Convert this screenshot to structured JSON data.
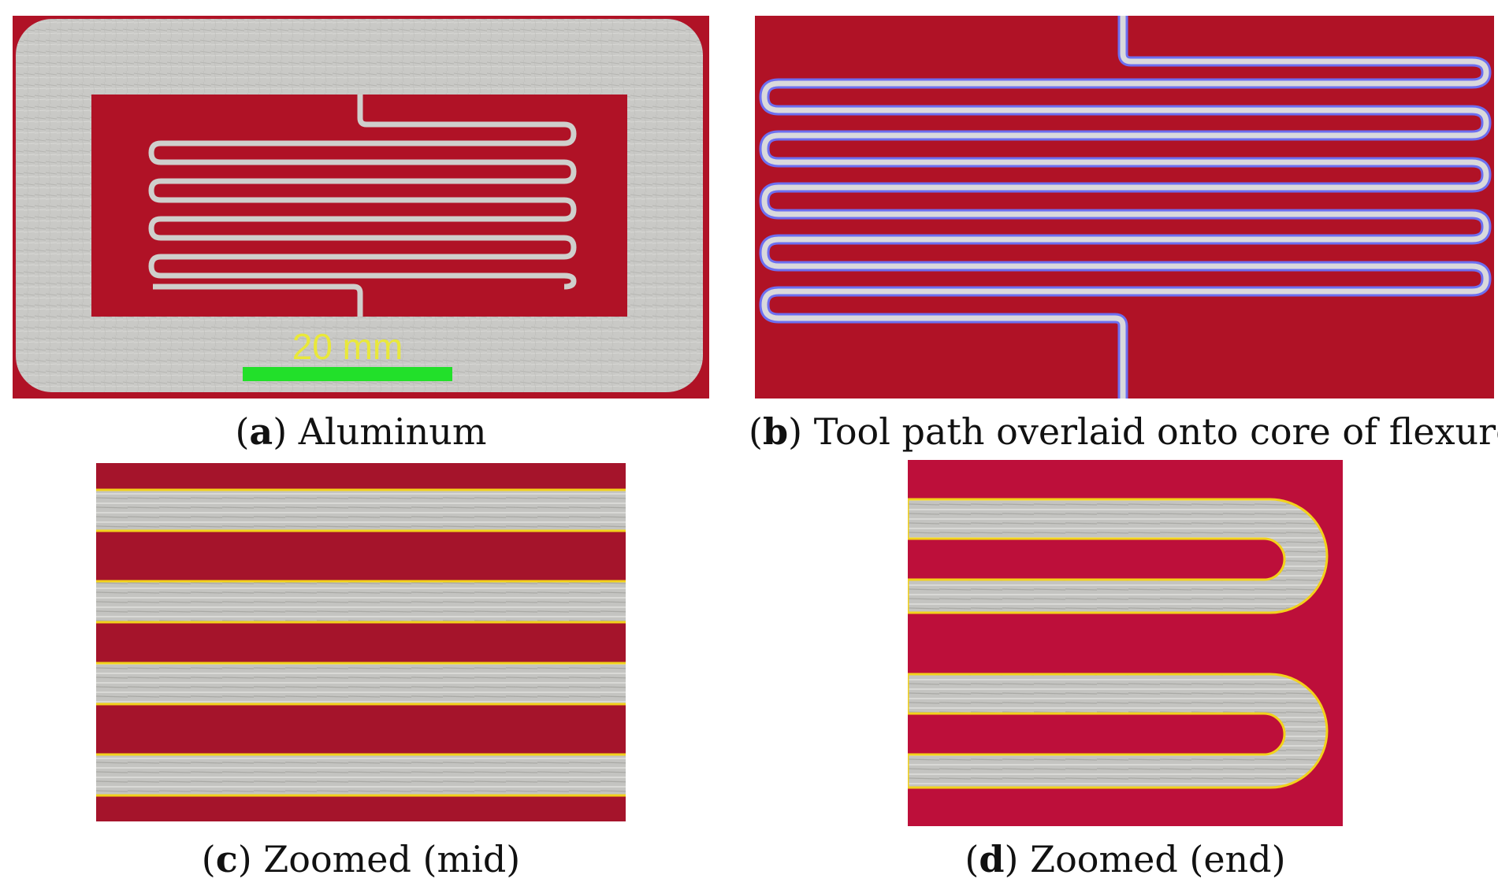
{
  "colors": {
    "substrate_red": "#b01226",
    "substrate_red_alt": "#bd0f3a",
    "aluminum": "#c9c9c6",
    "aluminum_dark": "#a8a8a4",
    "scale_bar_green": "#22e02a",
    "scale_text_yellow": "#e9e83a",
    "tool_path_blue": "#6d6ff0",
    "tool_path_yellow": "#f2d21c"
  },
  "panels": {
    "a": {
      "scale_bar": {
        "label": "20 mm"
      },
      "caption": {
        "letter": "a",
        "text": "Aluminum"
      }
    },
    "b": {
      "caption": {
        "letter": "b",
        "text": "Tool path overlaid onto core of flexure"
      }
    },
    "c": {
      "caption": {
        "letter": "c",
        "text": "Zoomed (mid)"
      }
    },
    "d": {
      "caption": {
        "letter": "d",
        "text": "Zoomed (end)"
      }
    }
  }
}
